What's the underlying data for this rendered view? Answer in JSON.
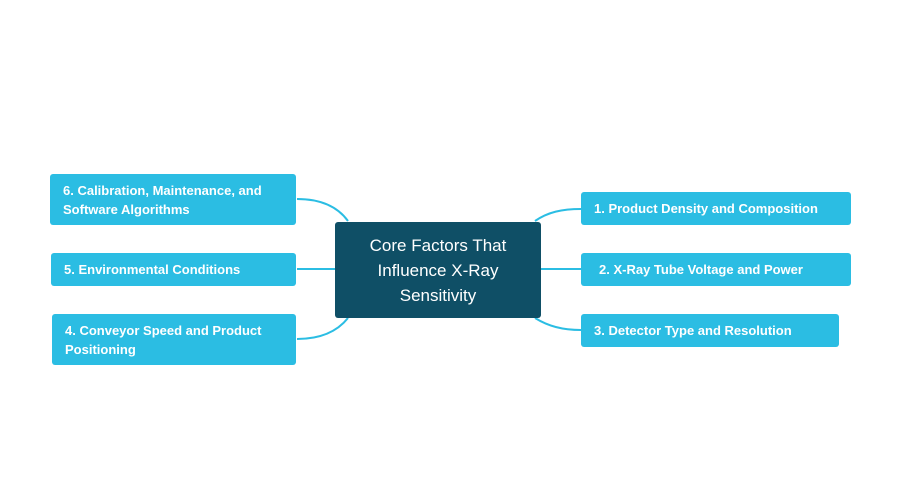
{
  "diagram": {
    "type": "mind-map",
    "colors": {
      "center_fill": "#0f4f66",
      "branch_fill": "#2bbde3",
      "connector": "#2bbde3",
      "text": "#ffffff",
      "background": "#ffffff"
    },
    "center": {
      "label": "Core Factors That Influence X-Ray Sensitivity"
    },
    "branches": [
      {
        "id": "b1",
        "label": "1. Product Density and Composition"
      },
      {
        "id": "b2",
        "label": "2. X-Ray Tube Voltage and Power"
      },
      {
        "id": "b3",
        "label": "3. Detector Type and Resolution"
      },
      {
        "id": "b4",
        "label": "4. Conveyor Speed and Product Positioning"
      },
      {
        "id": "b5",
        "label": "5. Environmental Conditions"
      },
      {
        "id": "b6",
        "label": "6. Calibration, Maintenance, and Software Algorithms"
      }
    ]
  }
}
